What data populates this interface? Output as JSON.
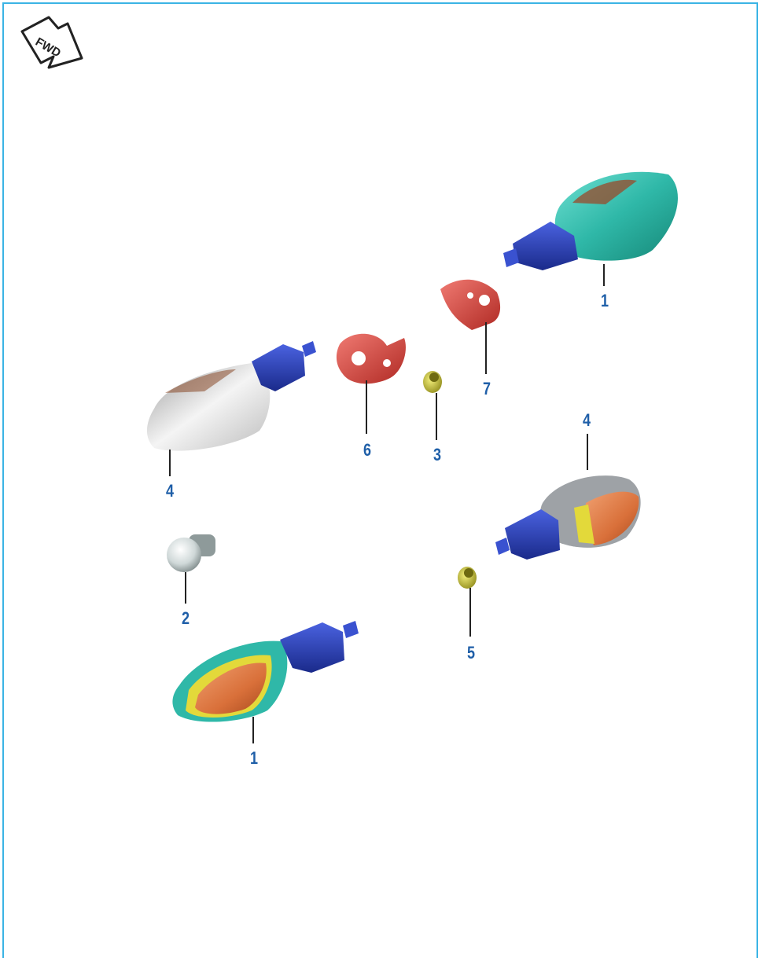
{
  "fwd_badge": {
    "text": "FWD",
    "icon": "forward-arrow-icon"
  },
  "callouts": {
    "indicator_front_right": "1",
    "indicator_front_left": "1",
    "bulb": "2",
    "nut_upper": "3",
    "indicator_rear_left": "4",
    "indicator_rear_right": "4",
    "nut_lower": "5",
    "bracket_left": "6",
    "bracket_right": "7"
  },
  "colors": {
    "border": "#3bb4e5",
    "callout_text": "#1f5fa8",
    "stem_blue": "#2b3fb5",
    "lens_teal": "#2fb8a8",
    "lens_orange": "#d9703a",
    "lens_yellow": "#e3d93a",
    "lens_white": "#e6e6e6",
    "bracket_red": "#d9403a",
    "nut_yellow": "#c9c23a"
  }
}
